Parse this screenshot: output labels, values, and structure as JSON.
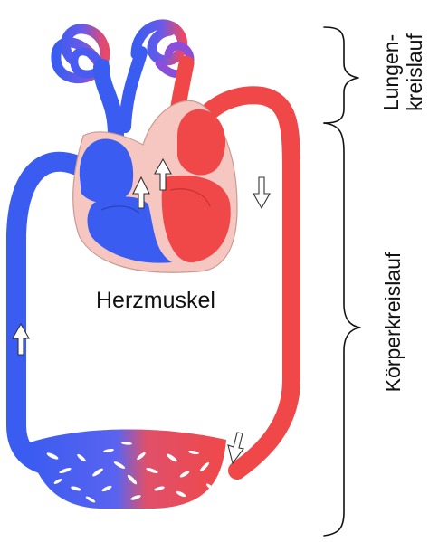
{
  "labels": {
    "heart_muscle": "Herzmuskel",
    "pulmonary_line1": "Lungen-",
    "pulmonary_line2": "kreislauf",
    "systemic": "Körperkreislauf"
  },
  "colors": {
    "deoxygenated_blue": "#3a5cf0",
    "oxygenated_red": "#f04848",
    "heart_muscle_pink": "#f5c7c0",
    "text": "#111111"
  }
}
